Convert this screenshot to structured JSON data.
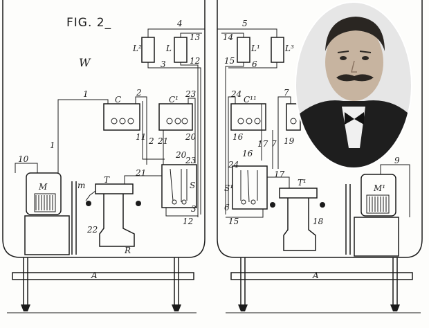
{
  "figure": {
    "title": "FIG. 2_",
    "letter_w": "W",
    "wires": [
      "1",
      "2",
      "3",
      "4",
      "5",
      "6",
      "7",
      "9",
      "10",
      "11",
      "12",
      "13",
      "14",
      "15",
      "16",
      "17",
      "18",
      "19",
      "20",
      "21",
      "22",
      "23",
      "24"
    ],
    "components": {
      "C": "C",
      "C1": "C¹",
      "C11": "C¹¹",
      "L": "L",
      "L1": "L¹",
      "L2": "L²",
      "L3": "L³",
      "M": "M",
      "M1": "M¹",
      "T": "T",
      "T1": "T¹",
      "S": "S",
      "S1": "S¹",
      "R": "R",
      "m": "m",
      "A": "A"
    }
  },
  "portrait": {
    "description_name": "portrait-photo",
    "colors": {
      "background": "#e8e8e8",
      "face": "#c9b8a6",
      "hair": "#2a2622",
      "coat": "#1e1e1e",
      "shirt": "#f2f2f2"
    }
  }
}
